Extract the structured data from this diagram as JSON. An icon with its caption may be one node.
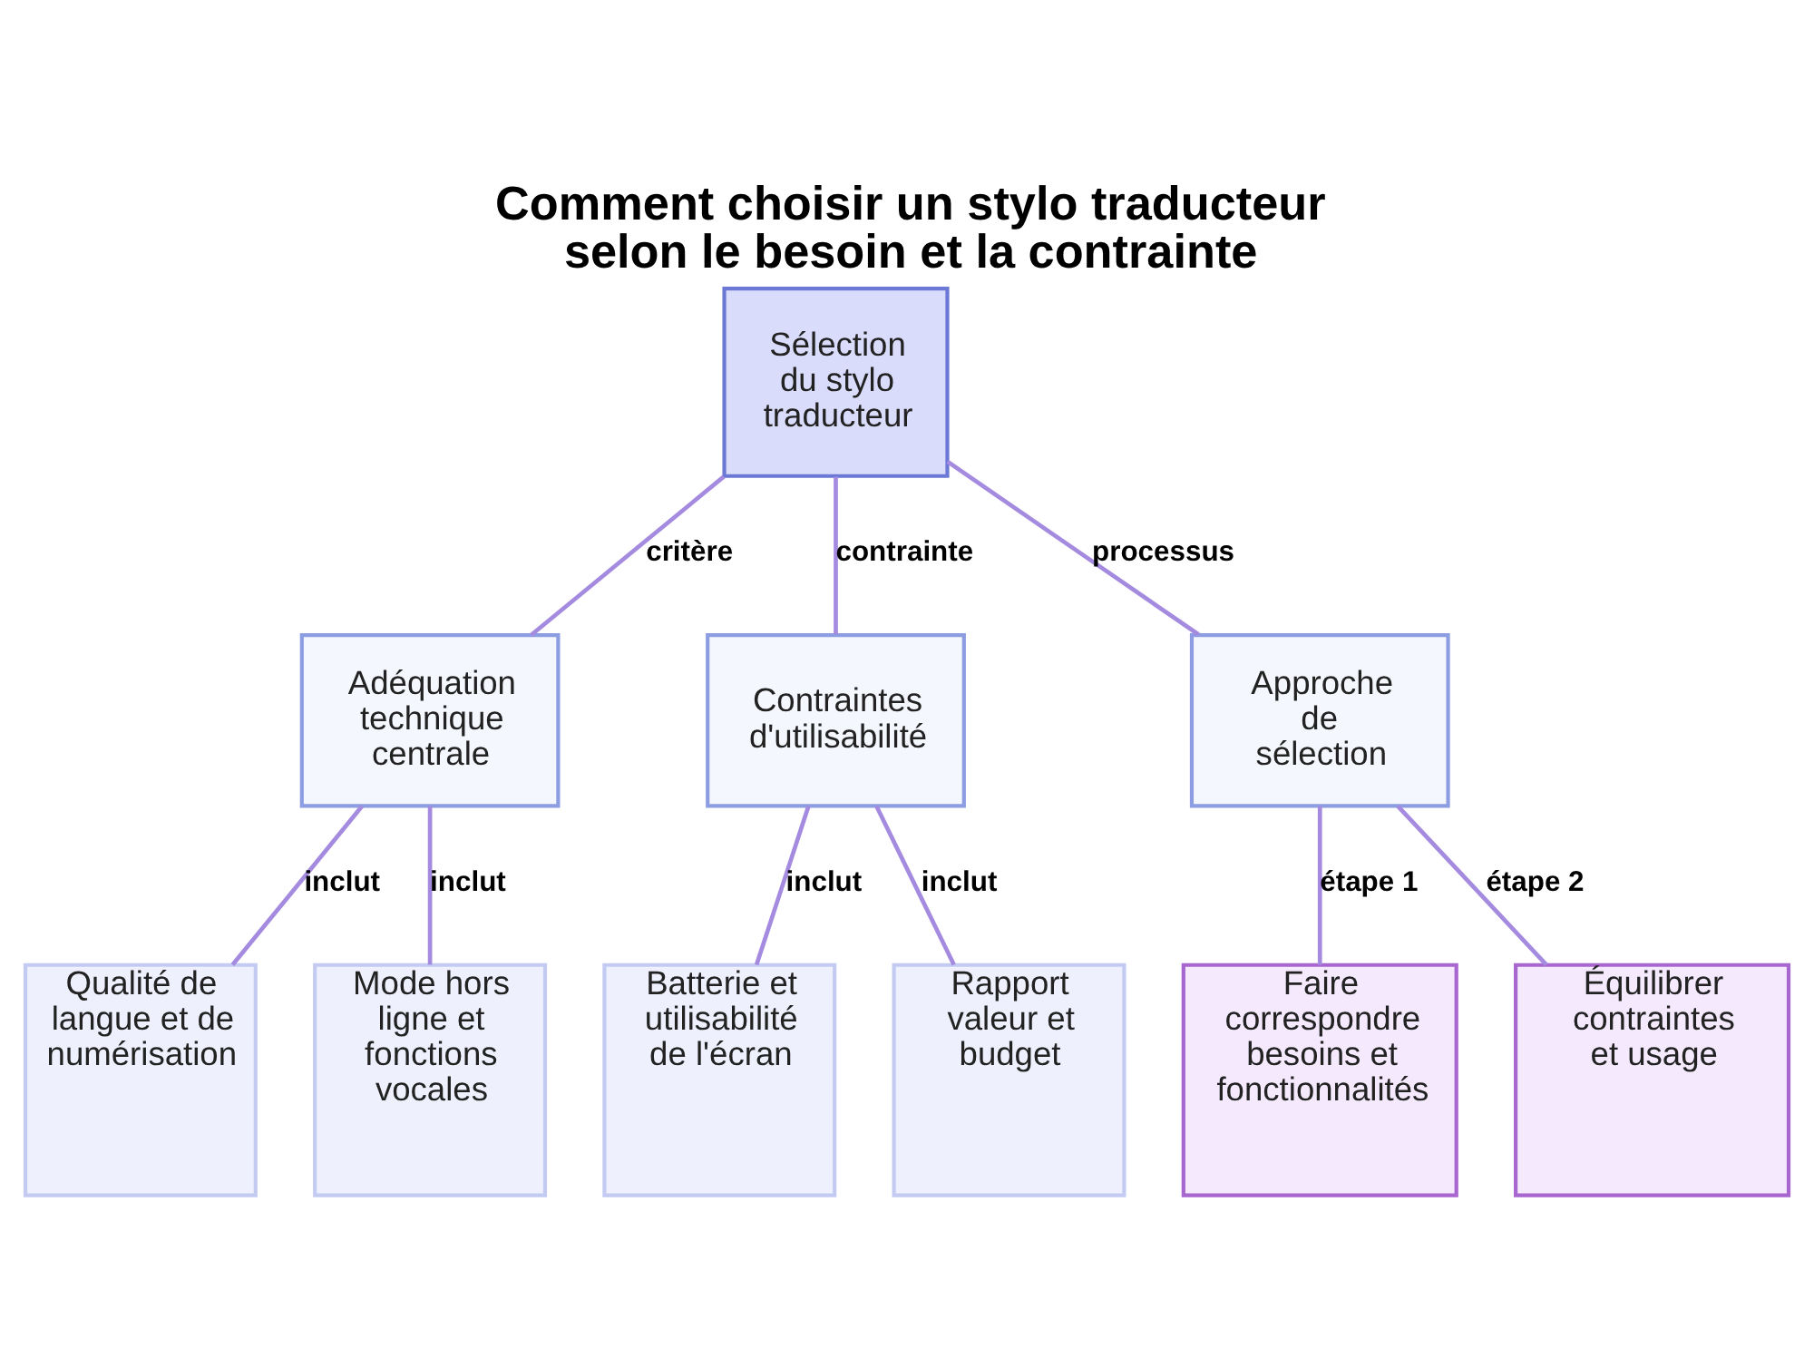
{
  "diagram": {
    "title": "Comment choisir un stylo traducteur selon le besoin et la contrainte",
    "nodes": [
      {
        "text": [
          "Sélection du stylo traducteur"
        ]
      },
      {
        "text": [
          "Adéquation technique centrale"
        ]
      },
      {
        "text": [
          "Contraintes d'utilisabilité"
        ]
      },
      {
        "text": [
          "Approche de sélection"
        ]
      },
      {
        "text": [
          "Qualité de langue et de numérisation"
        ]
      },
      {
        "text": [
          "Mode hors ligne et fonctions vocales"
        ]
      },
      {
        "text": [
          "Batterie et utilisabilité de l'écran"
        ]
      },
      {
        "text": [
          "Rapport valeur et budget"
        ]
      },
      {
        "text": [
          "Faire correspondre besoins et fonctionnalités"
        ]
      },
      {
        "text": [
          "Équilibrer contraintes et usage"
        ]
      }
    ],
    "edges": [
      {
        "from": 0,
        "to": 1,
        "arrow": "none",
        "label": "critère"
      },
      {
        "from": 0,
        "to": 2,
        "arrow": "none",
        "label": "contrainte"
      },
      {
        "from": 0,
        "to": 3,
        "arrow": "none",
        "label": "processus"
      },
      {
        "from": 1,
        "to": 4,
        "arrow": "none",
        "label": "inclut"
      },
      {
        "from": 1,
        "to": 5,
        "arrow": "none",
        "label": "inclut"
      },
      {
        "from": 2,
        "to": 6,
        "arrow": "none",
        "label": "inclut"
      },
      {
        "from": 2,
        "to": 7,
        "arrow": "none",
        "label": "inclut"
      },
      {
        "from": 3,
        "to": 8,
        "arrow": "none",
        "label": "étape 1"
      },
      {
        "from": 3,
        "to": 9,
        "arrow": "none",
        "label": "étape 2"
      }
    ]
  }
}
